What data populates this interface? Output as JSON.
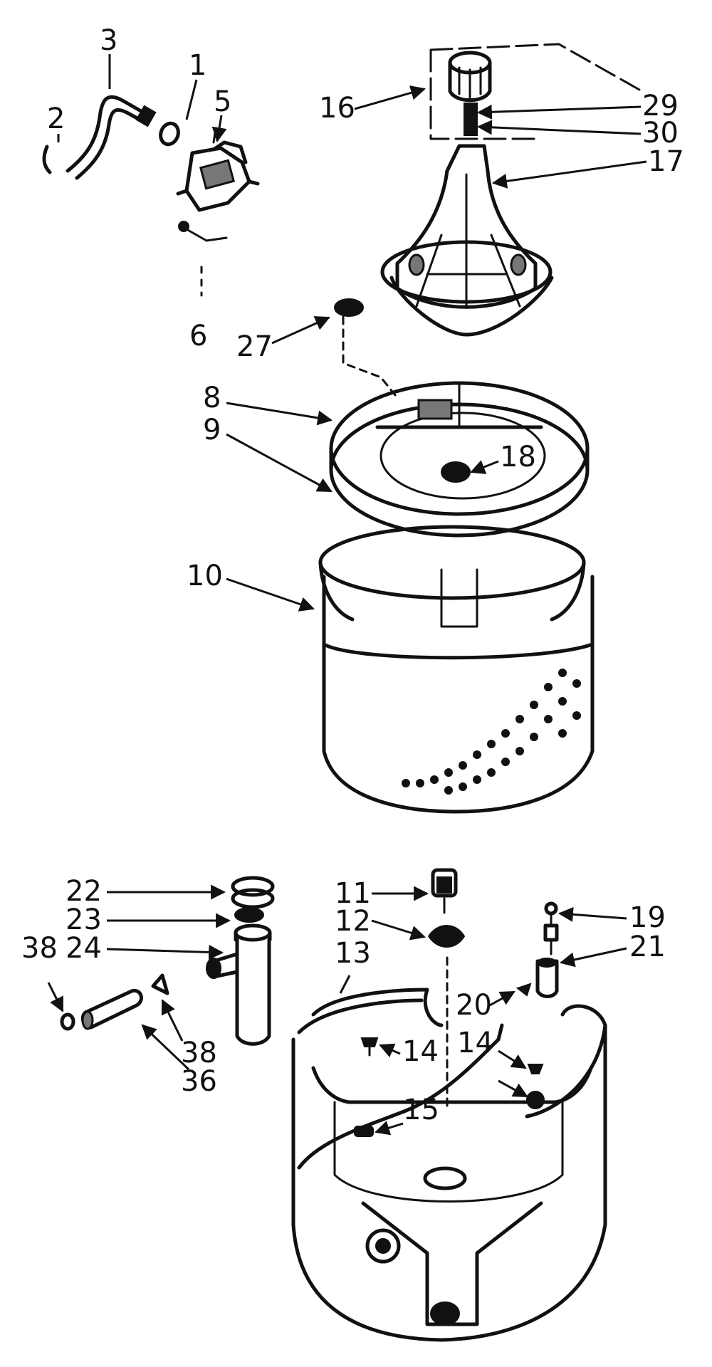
{
  "diagram": {
    "callouts": [
      {
        "id": "p3",
        "text": "3"
      },
      {
        "id": "p1",
        "text": "1"
      },
      {
        "id": "p5",
        "text": "5"
      },
      {
        "id": "p2",
        "text": "2"
      },
      {
        "id": "p6",
        "text": "6"
      },
      {
        "id": "p16",
        "text": "16"
      },
      {
        "id": "p29",
        "text": "29"
      },
      {
        "id": "p30",
        "text": "30"
      },
      {
        "id": "p17",
        "text": "17"
      },
      {
        "id": "p27",
        "text": "27"
      },
      {
        "id": "p8",
        "text": "8"
      },
      {
        "id": "p9",
        "text": "9"
      },
      {
        "id": "p18",
        "text": "18"
      },
      {
        "id": "p10",
        "text": "10"
      },
      {
        "id": "p22",
        "text": "22"
      },
      {
        "id": "p23",
        "text": "23"
      },
      {
        "id": "p24",
        "text": "24"
      },
      {
        "id": "p38a",
        "text": "38"
      },
      {
        "id": "p38b",
        "text": "38"
      },
      {
        "id": "p36",
        "text": "36"
      },
      {
        "id": "p11",
        "text": "11"
      },
      {
        "id": "p12",
        "text": "12"
      },
      {
        "id": "p13",
        "text": "13"
      },
      {
        "id": "p19",
        "text": "19"
      },
      {
        "id": "p21",
        "text": "21"
      },
      {
        "id": "p20",
        "text": "20"
      },
      {
        "id": "p14a",
        "text": "14"
      },
      {
        "id": "p14b",
        "text": "14"
      },
      {
        "id": "p15",
        "text": "15"
      }
    ]
  }
}
